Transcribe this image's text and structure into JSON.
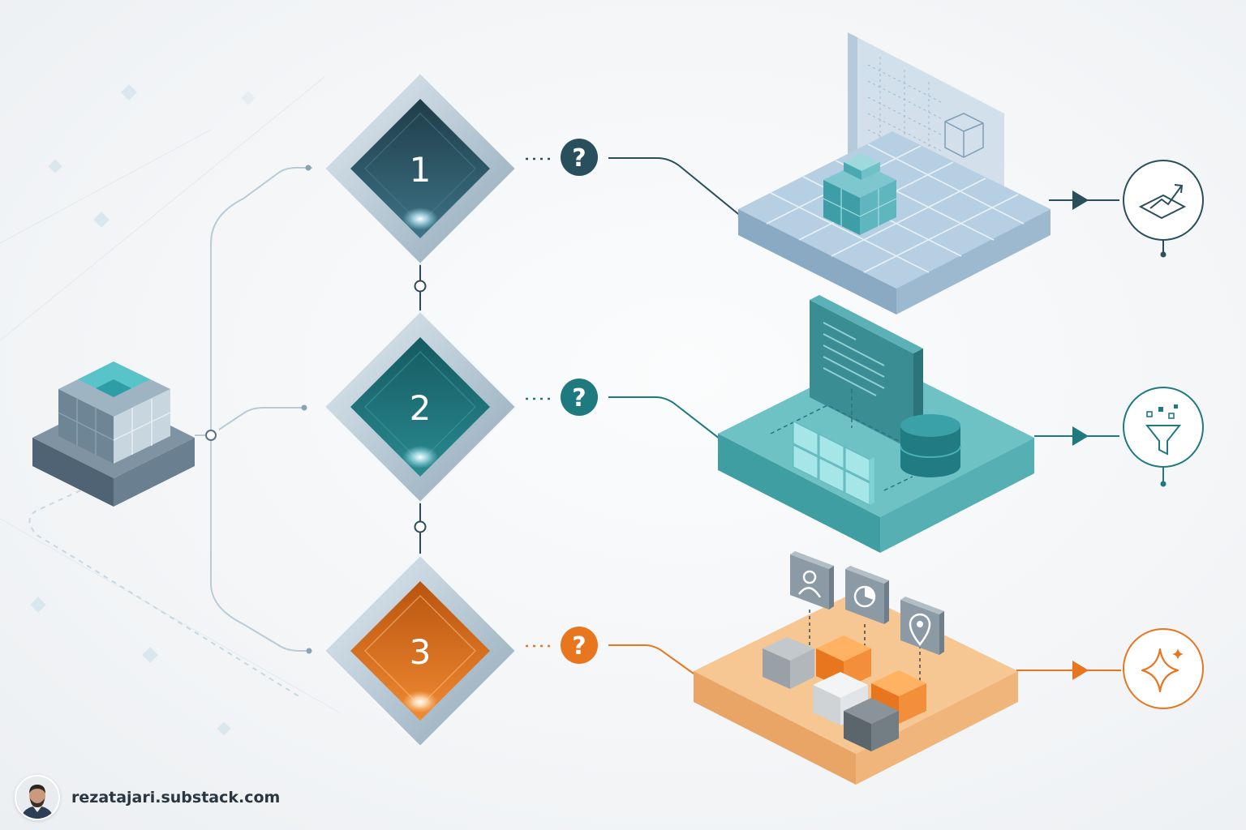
{
  "steps": [
    {
      "number": "1",
      "question": "?",
      "color": "#2a4f5c"
    },
    {
      "number": "2",
      "question": "?",
      "color": "#1f7a80"
    },
    {
      "number": "3",
      "question": "?",
      "color": "#e8761f"
    }
  ],
  "icons": {
    "source": "cube-stack-icon",
    "outputs": [
      "chart-trend-icon",
      "filter-funnel-icon",
      "sparkle-icon"
    ],
    "markers": [
      "user-card-icon",
      "pie-chart-card-icon",
      "location-pin-icon"
    ]
  },
  "colors": {
    "slate": "#2a4f5c",
    "teal": "#1f7a80",
    "orange": "#e8761f",
    "line": "#b9ccd6"
  },
  "footer": {
    "site": "rezatajari.substack.com"
  }
}
